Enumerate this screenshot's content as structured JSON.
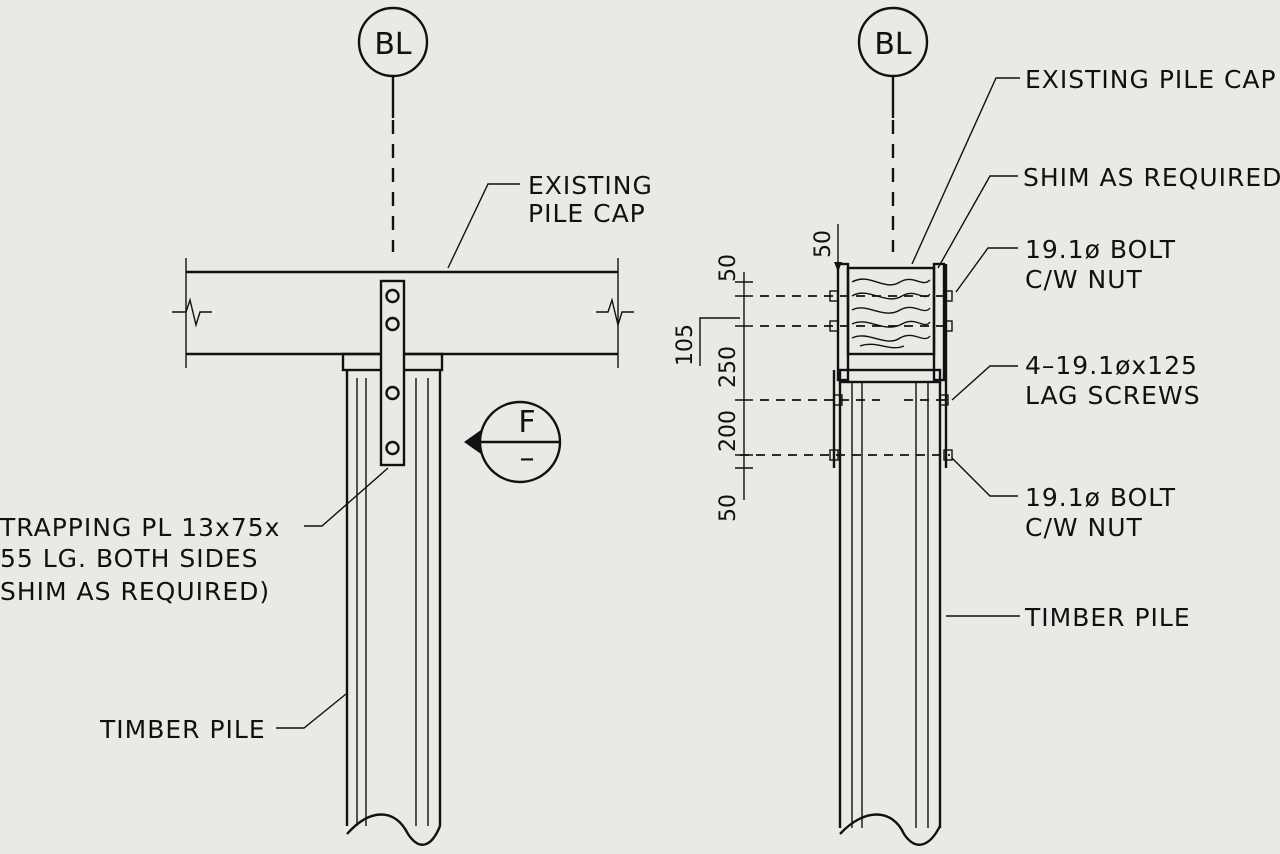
{
  "left_view": {
    "baseline_symbol": "BL",
    "section_symbol": "F",
    "section_sub": "–",
    "cap_label": [
      "EXISTING",
      "PILE CAP"
    ],
    "strap_label": [
      "TRAPPING PL 13x75x",
      "55 LG. BOTH SIDES",
      "SHIM AS REQUIRED)"
    ],
    "pile_label": "TIMBER PILE"
  },
  "right_view": {
    "baseline_symbol": "BL",
    "cap_label": "EXISTING PILE CAP",
    "shim_label": "SHIM AS REQUIRED",
    "bolt_top_label": [
      "19.1ø BOLT",
      "C/W NUT"
    ],
    "lag_label": [
      "4–19.1øx125",
      "LAG SCREWS"
    ],
    "bolt_bottom_label": [
      "19.1ø BOLT",
      "C/W NUT"
    ],
    "pile_label": "TIMBER PILE"
  },
  "dimensions": [
    "50",
    "50",
    "105",
    "250",
    "200",
    "50"
  ]
}
